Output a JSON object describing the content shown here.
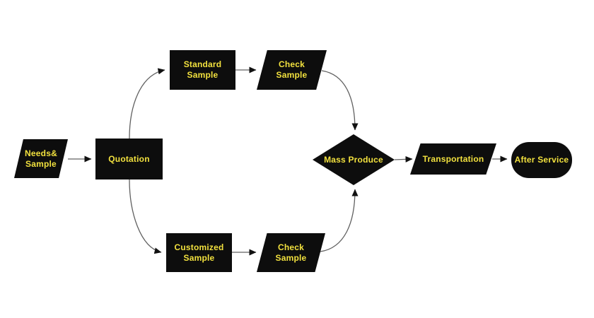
{
  "diagram": {
    "background_color": "#ffffff",
    "shape_fill_color": "#0d0d0d",
    "label_color": "#f2e13e",
    "connector_color": "#606060",
    "arrowhead_color": "#111111",
    "nodes": [
      {
        "id": "needs-sample",
        "shape": "parallelogram",
        "line1": "Needs&",
        "line2": "Sample"
      },
      {
        "id": "quotation",
        "shape": "rectangle",
        "line1": "Quotation"
      },
      {
        "id": "standard-sample",
        "shape": "rectangle",
        "line1": "Standard",
        "line2": "Sample"
      },
      {
        "id": "check-sample-top",
        "shape": "parallelogram",
        "line1": "Check",
        "line2": "Sample"
      },
      {
        "id": "customized-sample",
        "shape": "rectangle",
        "line1": "Customized",
        "line2": "Sample"
      },
      {
        "id": "check-sample-bottom",
        "shape": "parallelogram",
        "line1": "Check",
        "line2": "Sample"
      },
      {
        "id": "mass-produce",
        "shape": "diamond",
        "line1": "Mass Produce"
      },
      {
        "id": "transportation",
        "shape": "parallelogram",
        "line1": "Transportation"
      },
      {
        "id": "after-service",
        "shape": "stadium",
        "line1": "After Service"
      }
    ],
    "edges": [
      {
        "from": "needs-sample",
        "to": "quotation"
      },
      {
        "from": "quotation",
        "to": "standard-sample"
      },
      {
        "from": "quotation",
        "to": "customized-sample"
      },
      {
        "from": "standard-sample",
        "to": "check-sample-top"
      },
      {
        "from": "customized-sample",
        "to": "check-sample-bottom"
      },
      {
        "from": "check-sample-top",
        "to": "mass-produce"
      },
      {
        "from": "check-sample-bottom",
        "to": "mass-produce"
      },
      {
        "from": "mass-produce",
        "to": "transportation"
      },
      {
        "from": "transportation",
        "to": "after-service"
      }
    ]
  }
}
